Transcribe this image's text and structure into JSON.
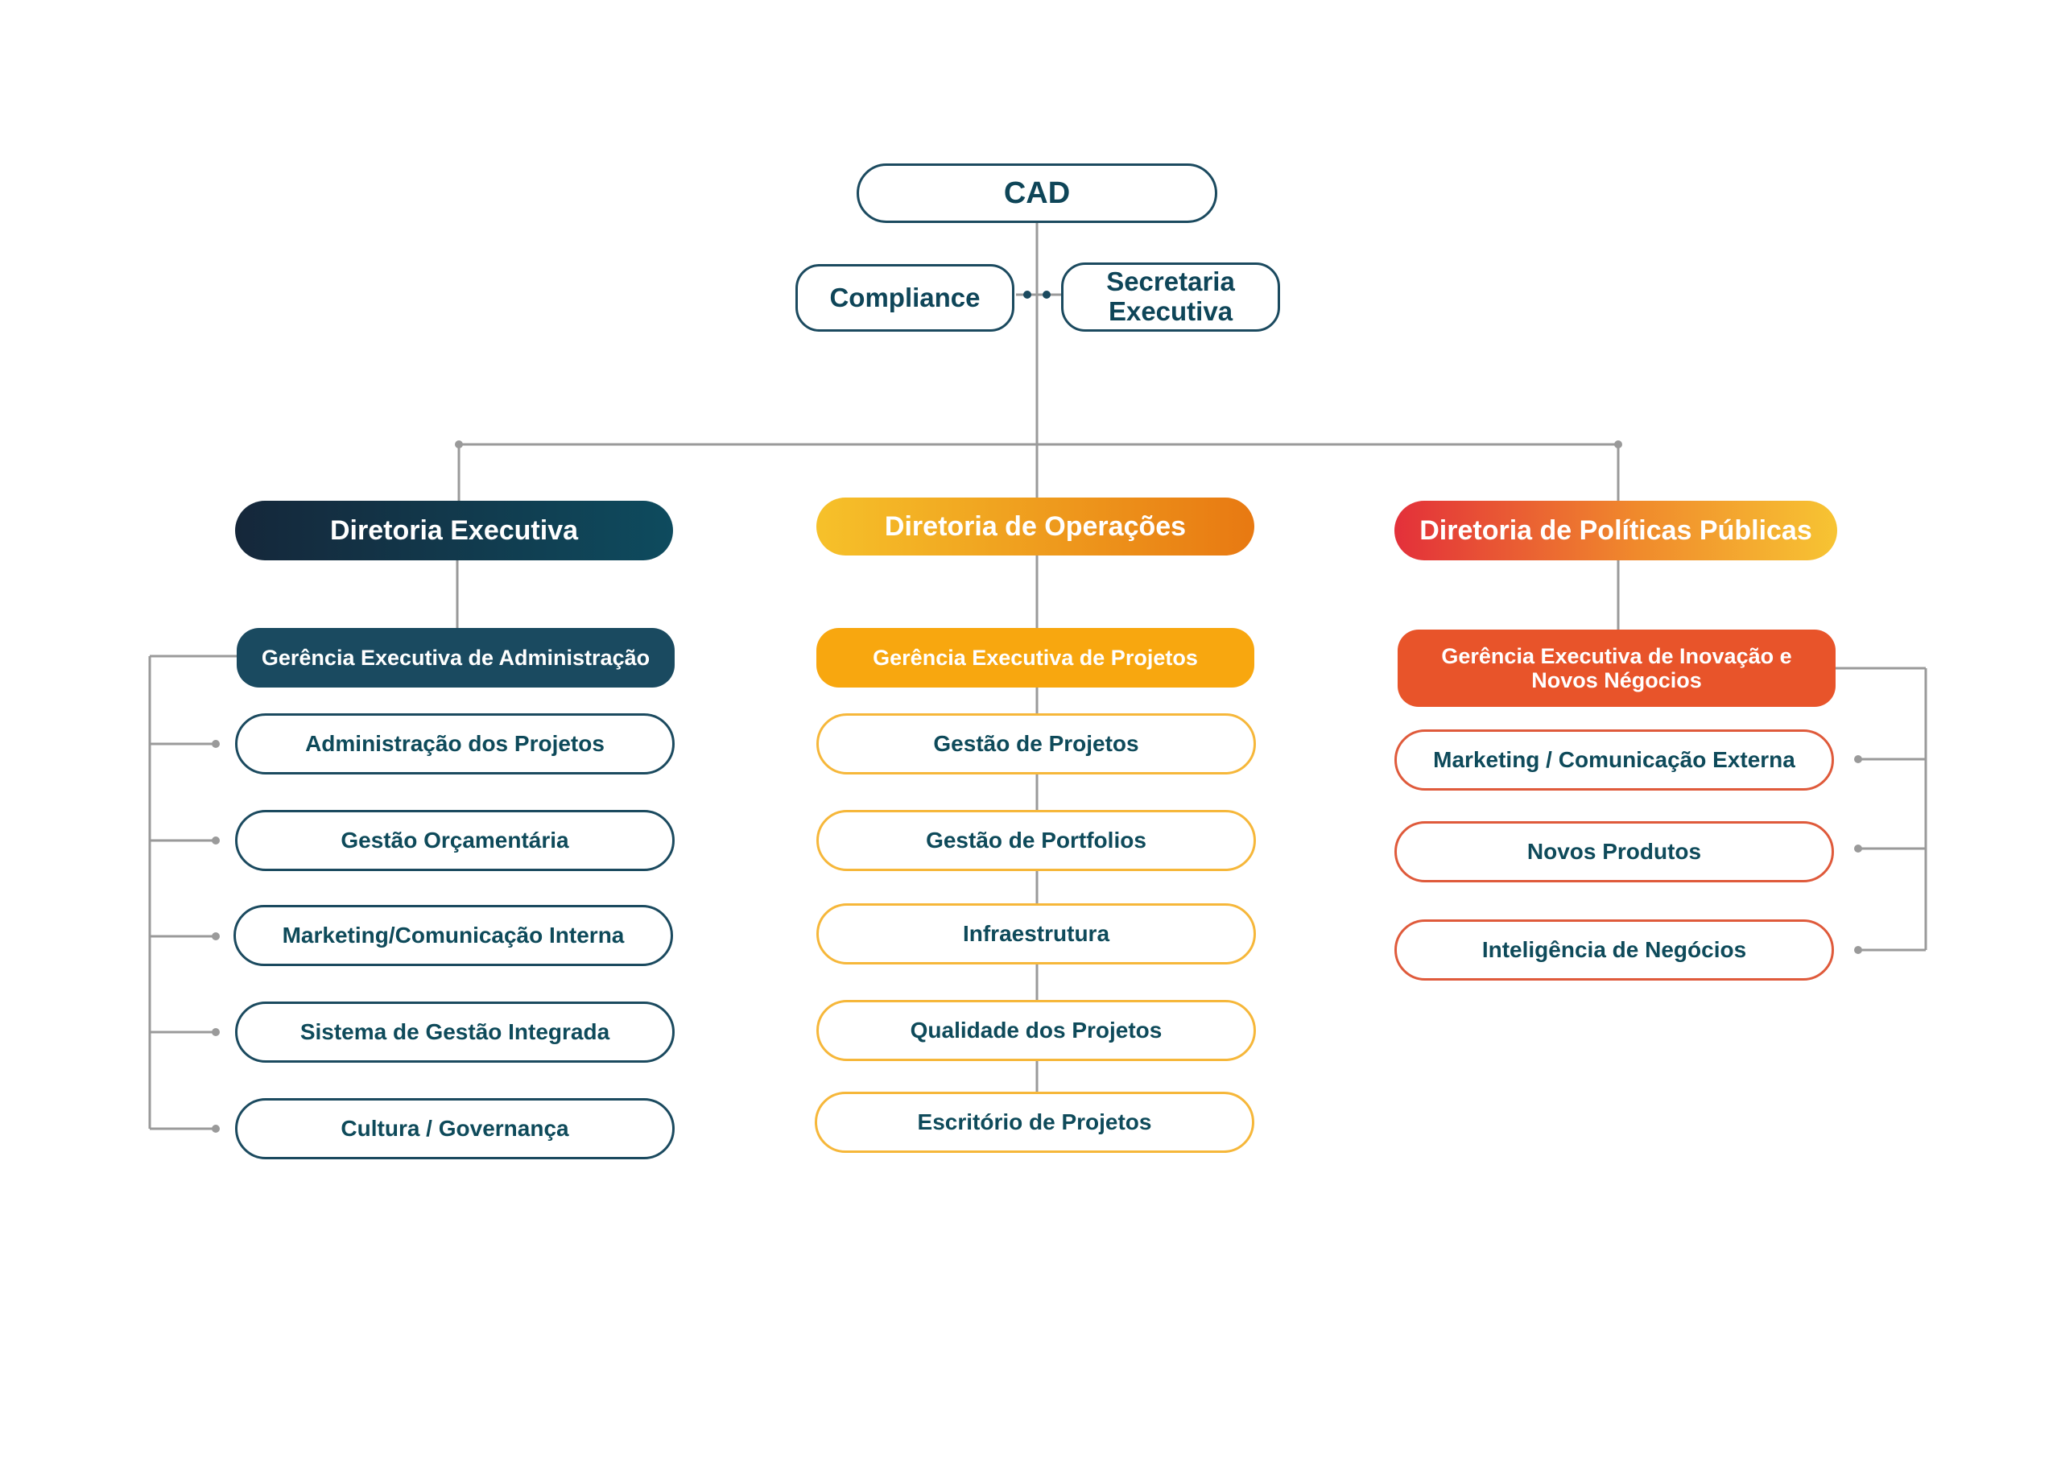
{
  "root": {
    "label": "CAD"
  },
  "staff": [
    {
      "label": "Compliance"
    },
    {
      "label": "Secretaria\nExecutiva"
    }
  ],
  "directorates": [
    {
      "label": "Diretoria Executiva",
      "management": "Gerência Executiva de Administração",
      "units": [
        "Administração dos Projetos",
        "Gestão Orçamentária",
        "Marketing/Comunicação Interna",
        "Sistema de Gestão Integrada",
        "Cultura / Governança"
      ]
    },
    {
      "label": "Diretoria de Operações",
      "management": "Gerência Executiva de Projetos",
      "units": [
        "Gestão de Projetos",
        "Gestão de Portfolios",
        "Infraestrutura",
        "Qualidade dos Projetos",
        "Escritório de Projetos"
      ]
    },
    {
      "label": "Diretoria de Políticas Públicas",
      "management": "Gerência Executiva de Inovação e\nNovos Négocios",
      "units": [
        "Marketing / Comunicação Externa",
        "Novos Produtos",
        "Inteligência de Negócios"
      ]
    }
  ],
  "colors": {
    "navy": "#1b4a5f",
    "text": "#0e4a5a",
    "yellow": "#f6b73a",
    "orange": "#f8a70f",
    "red": "#e8542a",
    "line": "#9a9a9a"
  }
}
